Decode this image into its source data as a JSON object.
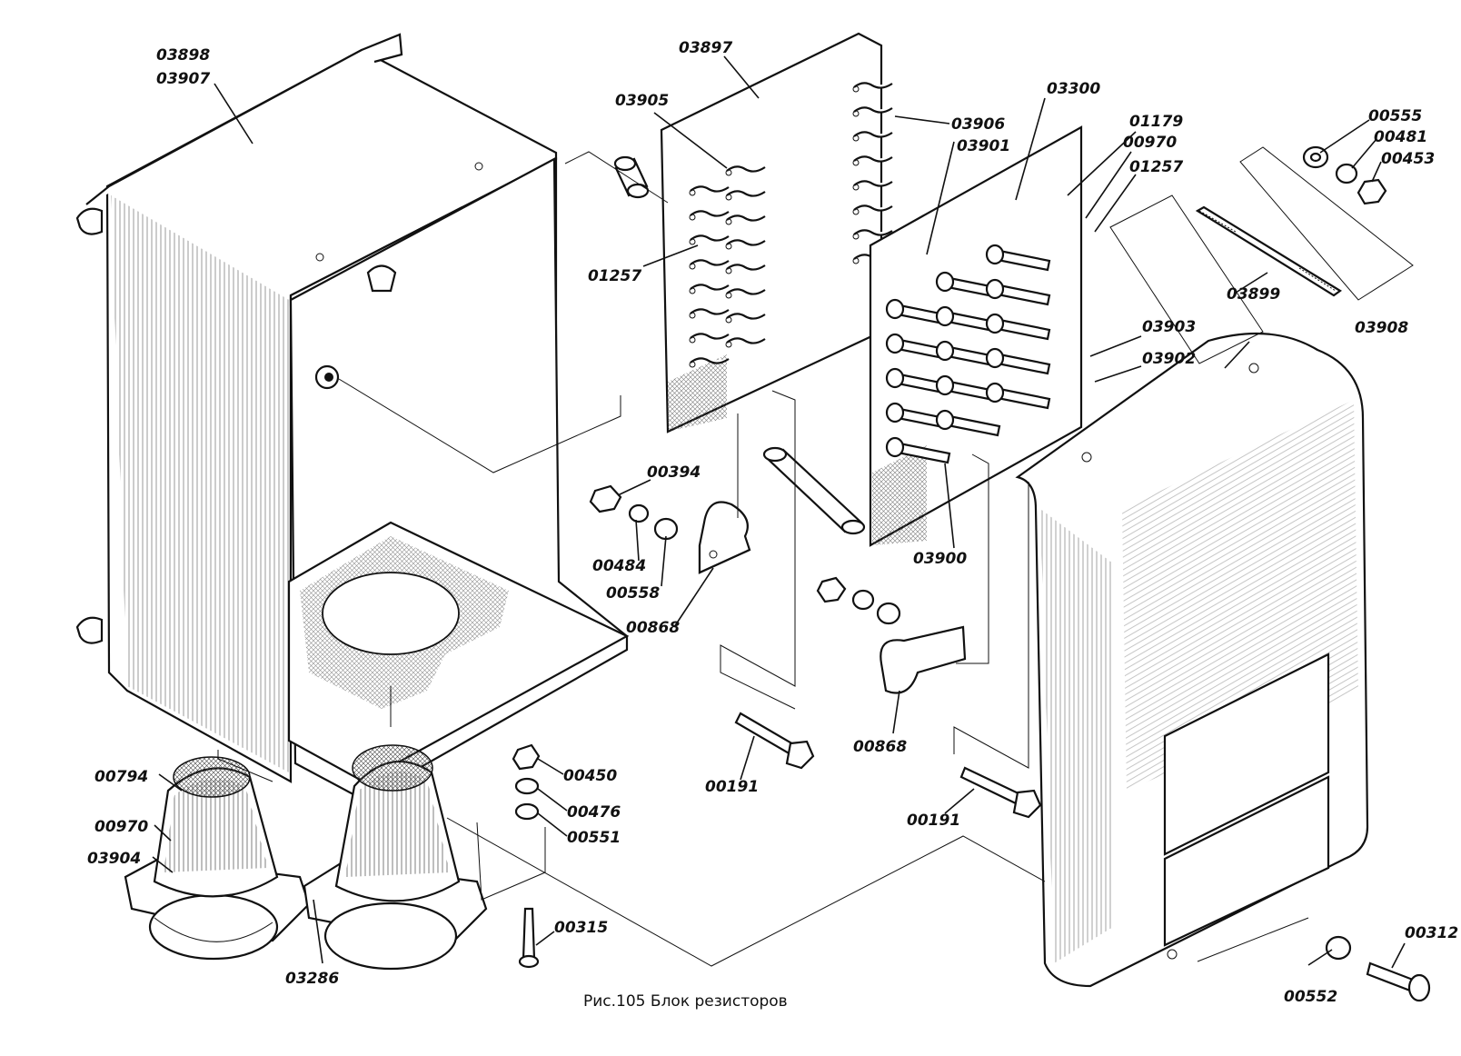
{
  "caption": "Рис.105 Блок резисторов",
  "labels": {
    "p03898": "03898",
    "p03907": "03907",
    "p03897": "03897",
    "p03905": "03905",
    "p01257a": "01257",
    "p03906": "03906",
    "p03901": "03901",
    "p03300": "03300",
    "p01179": "01179",
    "p00970a": "00970",
    "p01257b": "01257",
    "p00555": "00555",
    "p00481": "00481",
    "p00453": "00453",
    "p03899": "03899",
    "p03908": "03908",
    "p03903": "03903",
    "p03902": "03902",
    "p00394": "00394",
    "p00484": "00484",
    "p00558": "00558",
    "p00868a": "00868",
    "p03900": "03900",
    "p00868b": "00868",
    "p00191a": "00191",
    "p00191b": "00191",
    "p00450": "00450",
    "p00476": "00476",
    "p00551": "00551",
    "p00315": "00315",
    "p00794": "00794",
    "p00970b": "00970",
    "p03904": "03904",
    "p03286": "03286",
    "p00312": "00312",
    "p00552": "00552"
  }
}
